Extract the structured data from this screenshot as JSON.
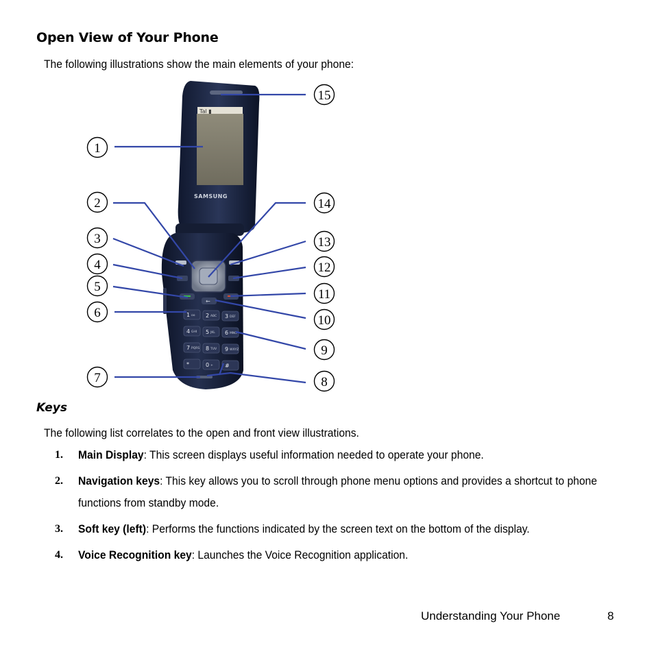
{
  "page": {
    "title": "Open View of Your Phone",
    "intro": "The following illustrations show the main elements of your phone:"
  },
  "figure": {
    "brand_label": "SAMSUNG",
    "callouts": [
      "1",
      "2",
      "3",
      "4",
      "5",
      "6",
      "7",
      "8",
      "9",
      "10",
      "11",
      "12",
      "13",
      "14",
      "15"
    ],
    "keypad": [
      {
        "digit": "1",
        "letters": "oo"
      },
      {
        "digit": "2",
        "letters": "ABC"
      },
      {
        "digit": "3",
        "letters": "DEF"
      },
      {
        "digit": "4",
        "letters": "GHI"
      },
      {
        "digit": "5",
        "letters": "JKL"
      },
      {
        "digit": "6",
        "letters": "MNO"
      },
      {
        "digit": "7",
        "letters": "PQRS"
      },
      {
        "digit": "8",
        "letters": "TUV"
      },
      {
        "digit": "9",
        "letters": "WXYZ"
      },
      {
        "digit": "*",
        "letters": ""
      },
      {
        "digit": "0",
        "letters": "+"
      },
      {
        "digit": "#",
        "letters": ""
      }
    ],
    "line_color": "#3347a8"
  },
  "keys_section": {
    "heading": "Keys",
    "intro": "The following list correlates to the open and front view illustrations.",
    "items": [
      {
        "number": "1.",
        "term": "Main Display",
        "description": ": This screen displays useful information needed to operate your phone."
      },
      {
        "number": "2.",
        "term": "Navigation keys",
        "description": ": This key allows you to scroll through phone menu options and provides a shortcut to phone functions from standby mode."
      },
      {
        "number": "3.",
        "term": "Soft key (left)",
        "description": ": Performs the functions indicated by the screen text on the bottom of the display."
      },
      {
        "number": "4.",
        "term": "Voice Recognition key",
        "description": ": Launches the Voice Recognition application."
      }
    ]
  },
  "footer": {
    "section": "Understanding Your Phone",
    "page_number": "8"
  }
}
